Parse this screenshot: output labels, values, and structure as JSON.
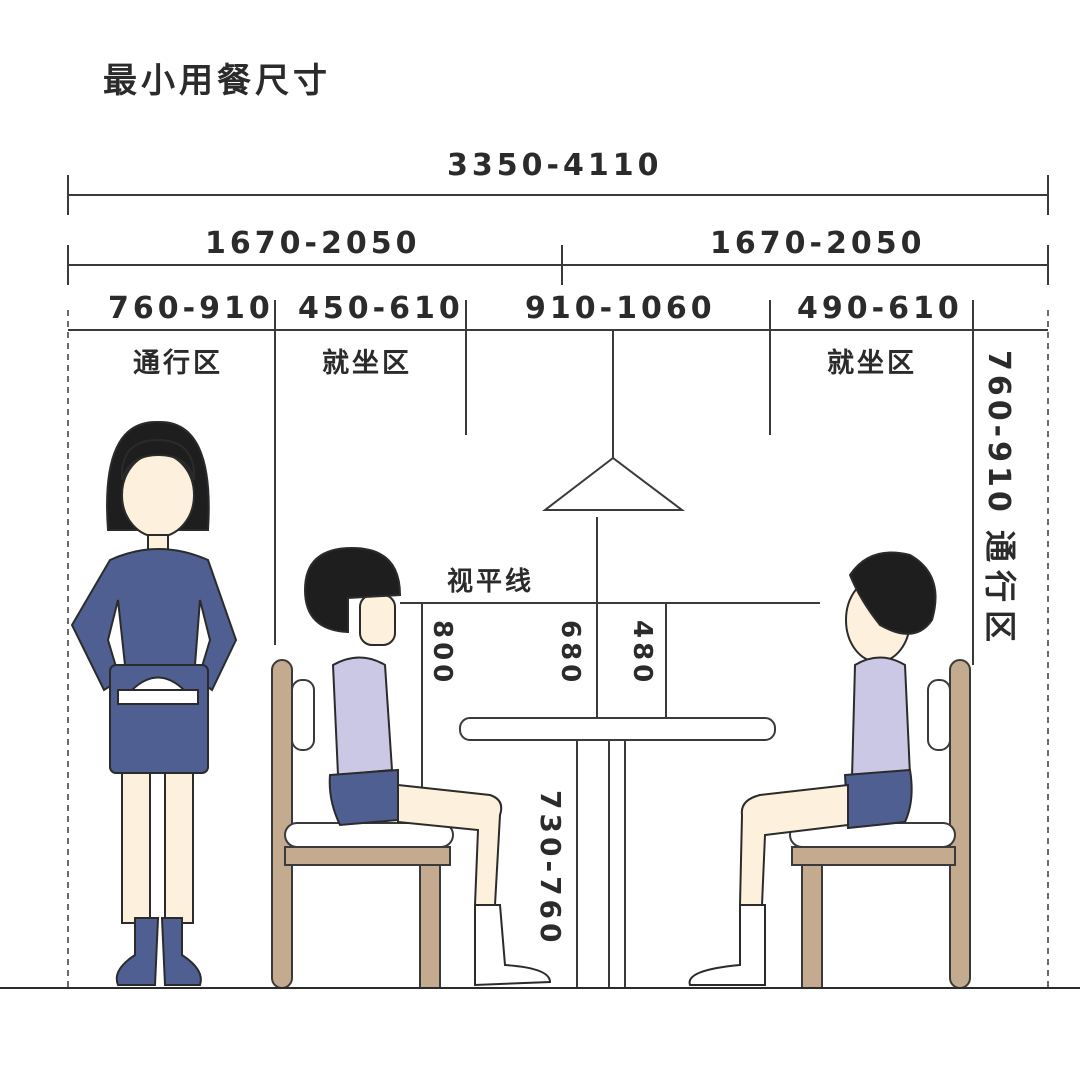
{
  "title": "最小用餐尺寸",
  "dimensions": {
    "total": "3350-4110",
    "half_left": "1670-2050",
    "half_right": "1670-2050",
    "passage_left": "760-910",
    "seating_left": "450-610",
    "table": "910-1060",
    "seating_right": "490-610",
    "passage_right": "760-910"
  },
  "zones": {
    "passage_left": "通行区",
    "seating_left": "就坐区",
    "seating_right": "就坐区",
    "passage_right": "通行区"
  },
  "eye_line_label": "视平线",
  "heights": {
    "eye_seated": "800",
    "lamp": "680",
    "eye_above_table": "480",
    "table_height": "730-760"
  },
  "colors": {
    "navy": "#4f5f92",
    "lavender": "#cbc8e6",
    "wood": "#c4ab8f",
    "skin": "#fdf0dc",
    "hair": "#1e1e1e"
  }
}
